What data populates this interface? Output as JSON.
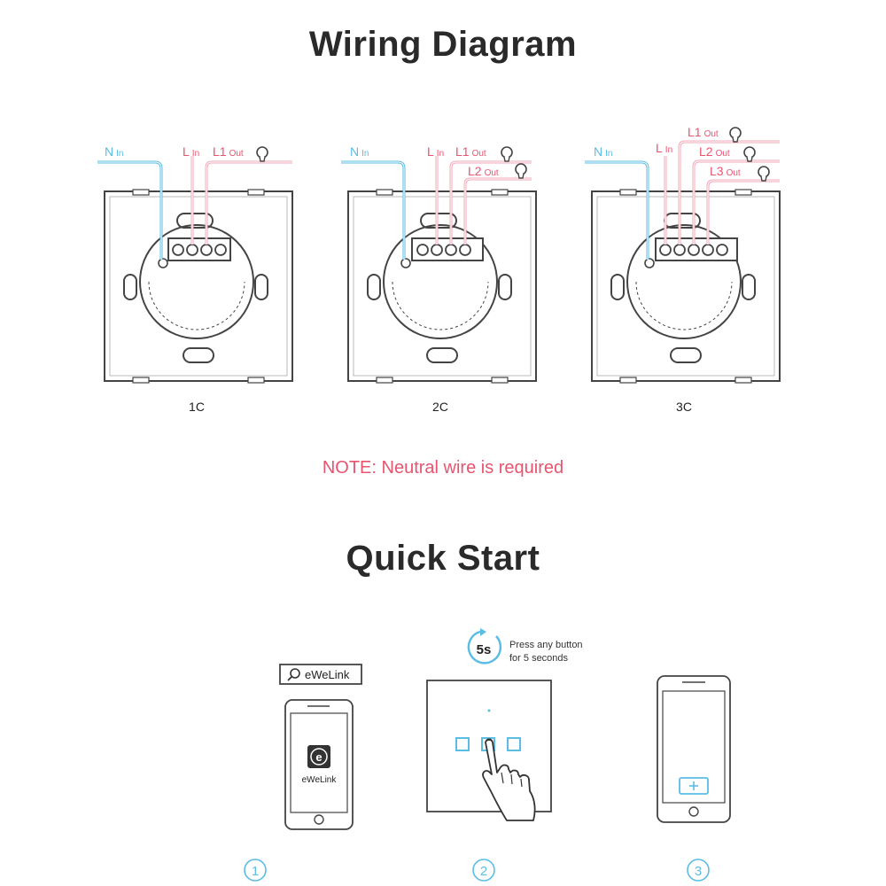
{
  "header": {
    "title": "Wiring Diagram"
  },
  "colors": {
    "neutral": "#5bbde4",
    "live": "#f2a9b8",
    "live_text": "#e8546f",
    "frame": "#444444",
    "text": "#2a2a2a"
  },
  "wiring": {
    "panels": [
      {
        "caption": "1C",
        "n_label": "N",
        "n_sub": "In",
        "l_label": "L",
        "l_sub": "In",
        "outs": [
          {
            "label": "L1",
            "sub": "Out"
          }
        ]
      },
      {
        "caption": "2C",
        "n_label": "N",
        "n_sub": "In",
        "l_label": "L",
        "l_sub": "In",
        "outs": [
          {
            "label": "L1",
            "sub": "Out"
          },
          {
            "label": "L2",
            "sub": "Out"
          }
        ]
      },
      {
        "caption": "3C",
        "n_label": "N",
        "n_sub": "In",
        "l_label": "L",
        "l_sub": "In",
        "outs": [
          {
            "label": "L1",
            "sub": "Out"
          },
          {
            "label": "L2",
            "sub": "Out"
          },
          {
            "label": "L3",
            "sub": "Out"
          }
        ]
      }
    ],
    "note": "NOTE: Neutral wire is required"
  },
  "quick_start": {
    "title": "Quick Start",
    "app_search_label": "eWeLink",
    "app_icon_label": "eWeLink",
    "timer_label": "5s",
    "press_text_line1": "Press any button",
    "press_text_line2": "for 5 seconds",
    "steps": [
      "①",
      "②",
      "③"
    ]
  }
}
